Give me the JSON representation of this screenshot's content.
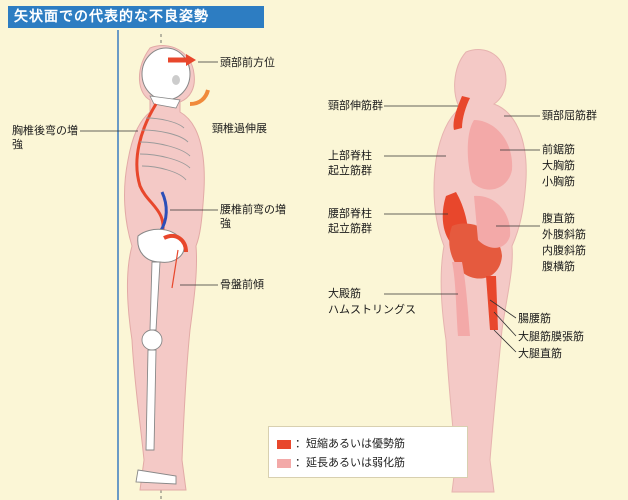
{
  "title": "矢状面での代表的な不良姿勢",
  "left_figure": {
    "labels": {
      "head_forward": "頭部前方位",
      "cervical_lordosis_loss": "頸椎過伸展",
      "thoracic_kyphosis": "胸椎後弯の増強",
      "lumbar_lordosis": "腰椎前弯の増強",
      "pelvic_tilt": "骨盤前傾"
    }
  },
  "right_figure": {
    "left_labels": {
      "neck_extensors": "頸部伸筋群",
      "upper_back": "上部脊柱",
      "upper_back_2": "起立筋群",
      "lower_back": "腰部脊柱",
      "lower_back_2": "起立筋群",
      "gluteus": "大殿筋",
      "hamstrings": "ハムストリングス"
    },
    "right_labels": {
      "neck_flexors": "頸部屈筋群",
      "pectoralis_minor": "前鋸筋",
      "pectoralis_major": "大胸筋",
      "pectoralis_minor_2": "小胸筋",
      "rectus_abdominis": "腹直筋",
      "external_oblique": "外腹斜筋",
      "internal_oblique": "内腹斜筋",
      "transverse_abdominis": "腹横筋",
      "iliopsoas": "腸腰筋",
      "tensor_fasciae_latae": "大腿筋膜張筋",
      "rectus_femoris": "大腿直筋"
    }
  },
  "legend": {
    "shortened": "：短縮あるいは優勢筋",
    "lengthened": "：延長あるいは弱化筋",
    "shortened_color": "#e8472c",
    "lengthened_color": "#f3a9a8"
  }
}
